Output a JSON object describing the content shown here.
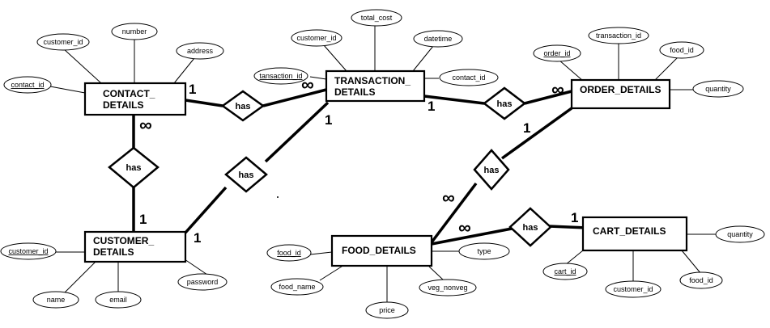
{
  "entities": {
    "contact": {
      "line1": "CONTACT_",
      "line2": "DETAILS"
    },
    "transaction": {
      "line1": "TRANSACTION_",
      "line2": "DETAILS"
    },
    "order": {
      "line1": "ORDER_DETAILS",
      "line2": ""
    },
    "customer": {
      "line1": "CUSTOMER_",
      "line2": "DETAILS"
    },
    "food": {
      "line1": "FOOD_DETAILS",
      "line2": ""
    },
    "cart": {
      "line1": "CART_DETAILS",
      "line2": ""
    }
  },
  "attributes": {
    "contact": {
      "customer_id": "customer_id",
      "number": "number",
      "address": "address",
      "contact_id": "contact_id"
    },
    "transaction": {
      "customer_id": "customer_id",
      "total_cost": "total_cost",
      "datetime": "datetime",
      "tansaction_id": "tansaction_id",
      "contact_id": "contact_id"
    },
    "order": {
      "order_id": "order_id",
      "transaction_id": "transaction_id",
      "food_id": "food_id",
      "quantity": "quantity"
    },
    "customer": {
      "customer_id": "customer_id",
      "name": "name",
      "email": "email",
      "password": "password"
    },
    "food": {
      "food_id": "food_id",
      "food_name": "food_name",
      "price": "price",
      "veg_nonveg": "veg_nonveg",
      "type": "type"
    },
    "cart": {
      "quantity": "quantity",
      "cart_id": "cart_id",
      "customer_id": "customer_id",
      "food_id": "food_id"
    }
  },
  "relationships": {
    "contact_transaction": "has",
    "contact_customer": "has",
    "customer_transaction": "has",
    "transaction_order": "has",
    "order_food": "has",
    "food_cart": "has"
  },
  "cardinality": {
    "one": "1",
    "many": "∞"
  }
}
